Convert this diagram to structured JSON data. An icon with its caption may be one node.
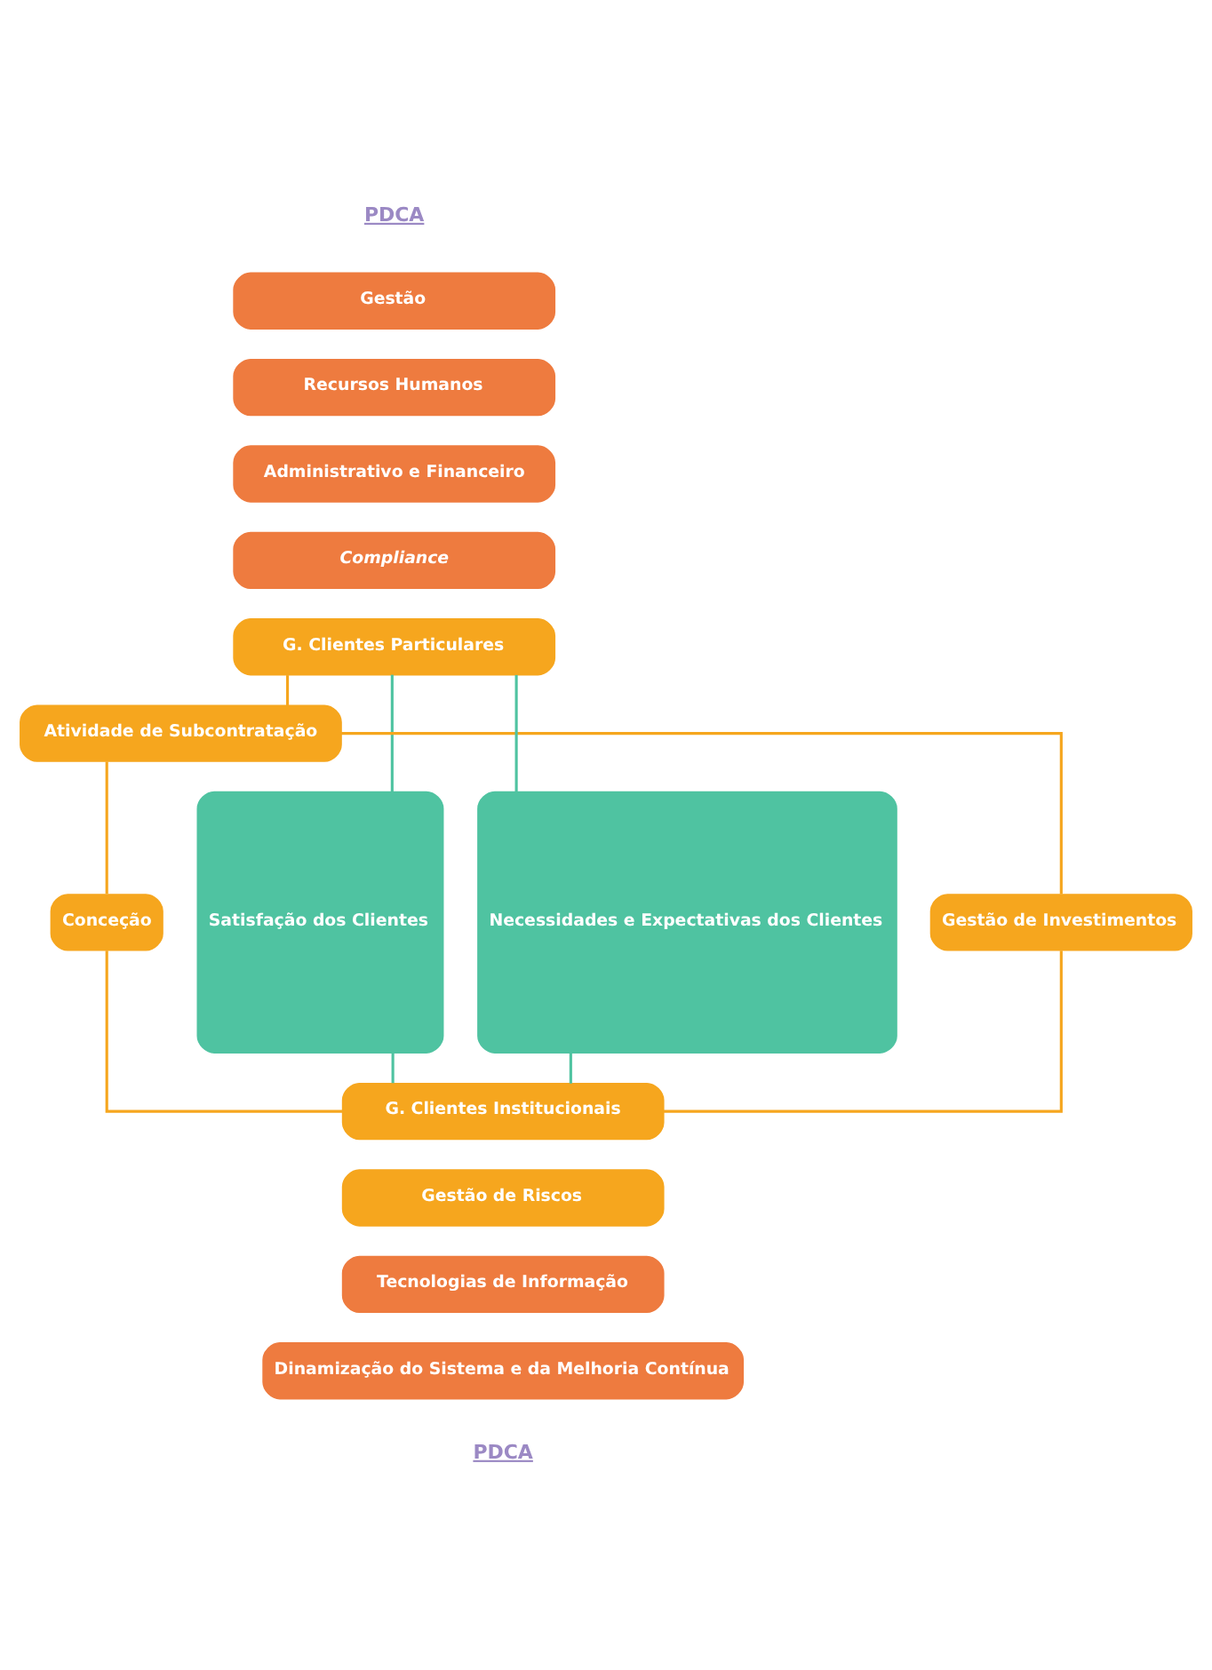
{
  "diagram": {
    "nodes": [
      {
        "text": [
          "PDCA"
        ]
      },
      {
        "text": [
          "Gestão"
        ]
      },
      {
        "text": [
          "Recursos Humanos"
        ]
      },
      {
        "text": [
          "Administrativo e Financeiro"
        ]
      },
      {
        "text": [
          "Compliance"
        ]
      },
      {
        "text": [
          "G. Clientes Particulares"
        ]
      },
      {
        "text": [
          "Atividade de Subcontratação"
        ]
      },
      {
        "text": [
          "Gestão de Investimentos"
        ]
      },
      {
        "text": [
          "Conceção"
        ]
      },
      {
        "text": [
          "G. Clientes Institucionais"
        ]
      },
      {
        "text": [
          "Gestão de Riscos"
        ]
      },
      {
        "text": [
          "Tecnologias de Informação"
        ]
      },
      {
        "text": [
          "Dinamização do Sistema e da Melhoria Contínua"
        ]
      },
      {
        "text": [
          "PDCA"
        ]
      },
      {
        "text": [
          "Necessidades e Expectativas dos Clientes"
        ]
      },
      {
        "text": [
          "Satisfação dos Clientes"
        ]
      }
    ],
    "edges": [
      {
        "from": 14,
        "to": 5,
        "arrow": "none",
        "color": "#4fc3a1"
      },
      {
        "from": 14,
        "to": 9,
        "arrow": "none",
        "color": "#4fc3a1"
      },
      {
        "from": 5,
        "to": 6,
        "arrow": "none"
      },
      {
        "from": 6,
        "to": 7,
        "arrow": "none"
      },
      {
        "from": 6,
        "to": 8,
        "arrow": "none"
      },
      {
        "from": 7,
        "to": 9,
        "arrow": "none"
      },
      {
        "from": 8,
        "to": 9,
        "arrow": "none"
      },
      {
        "from": 5,
        "to": 15,
        "arrow": "none",
        "color": "#4fc3a1"
      },
      {
        "from": 9,
        "to": 15,
        "arrow": "none",
        "color": "#4fc3a1"
      }
    ]
  }
}
